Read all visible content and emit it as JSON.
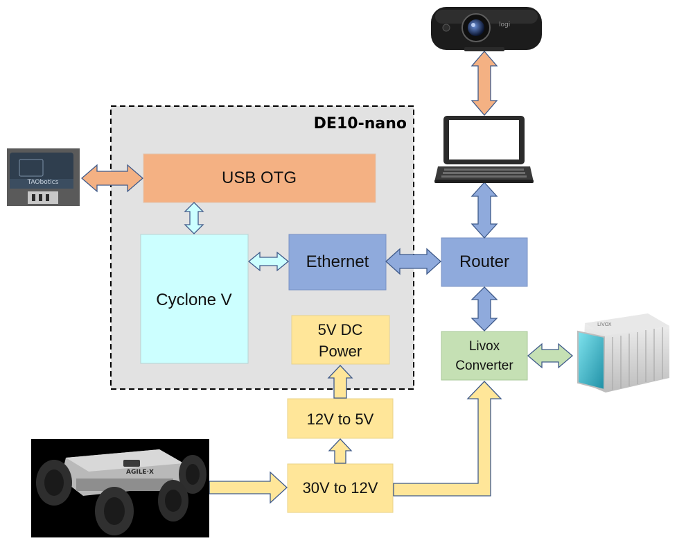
{
  "board": {
    "title": "DE10-nano"
  },
  "blocks": {
    "usb_otg": "USB OTG",
    "cyclone_v": "Cyclone V",
    "ethernet": "Ethernet",
    "dc_power_line1": "5V DC",
    "dc_power_line2": "Power",
    "router": "Router",
    "livox_line1": "Livox",
    "livox_line2": "Converter",
    "conv_12_to_5": "12V to 5V",
    "conv_30_to_12": "30V to 12V"
  },
  "devices": {
    "imu_brand": "TAObotics",
    "webcam_brand": "logi",
    "rover_brand": "AGILE·X",
    "lidar_brand": "LIVOX"
  },
  "colors": {
    "usb_otg": "#f4b183",
    "cyclone_v": "#ccffff",
    "ethernet": "#8faadc",
    "router": "#8faadc",
    "power": "#ffe699",
    "livox": "#c5e0b4",
    "board_fill": "#e2e2e2"
  }
}
